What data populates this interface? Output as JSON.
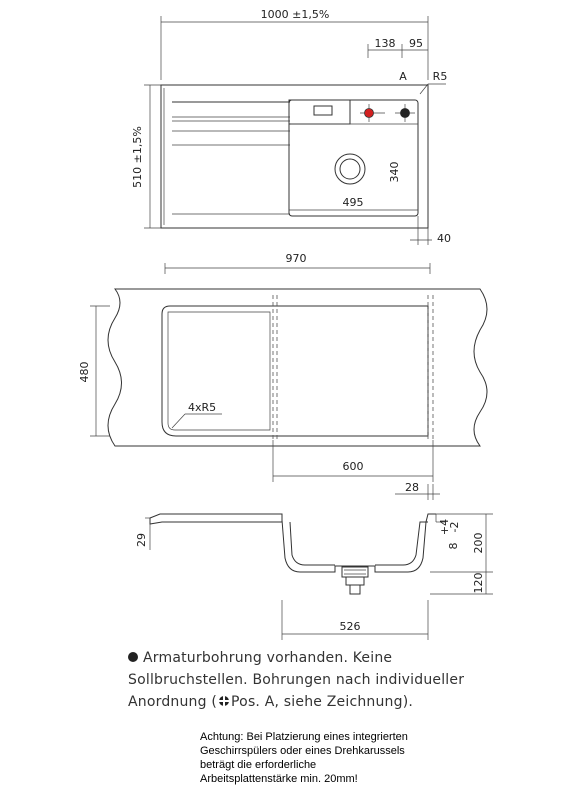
{
  "dimensions": {
    "top_width": "1000 ±1,5%",
    "top_138": "138",
    "top_95": "95",
    "pos_a": "A",
    "radius": "R5",
    "height_510": "510 ±1,5%",
    "depth_340": "340",
    "width_495": "495",
    "right_40": "40",
    "cutout_970": "970",
    "cutout_480": "480",
    "corner_radius": "4xR5",
    "width_600": "600",
    "width_28": "28",
    "height_29": "29",
    "tol_top": "+4",
    "tol_bottom": "-2",
    "tol_8": "8",
    "height_200": "200",
    "height_120": "120",
    "bowl_526": "526"
  },
  "note": {
    "line1": "Armaturbohrung vorhanden. Keine",
    "line2": "Sollbruchstellen. Bohrungen nach individueller",
    "line3_a": "Anordnung (",
    "line3_b": "Pos. A, siehe Zeichnung)."
  },
  "warning": {
    "line1": "Achtung: Bei Platzierung eines integrierten",
    "line2": "Geschirrspülers oder eines Drehkarussels",
    "line3": "beträgt die erforderliche",
    "line4": "Arbeitsplattenstärke min. 20mm!"
  },
  "colors": {
    "tap_hole_hot": "#d22020",
    "line": "#333333"
  }
}
